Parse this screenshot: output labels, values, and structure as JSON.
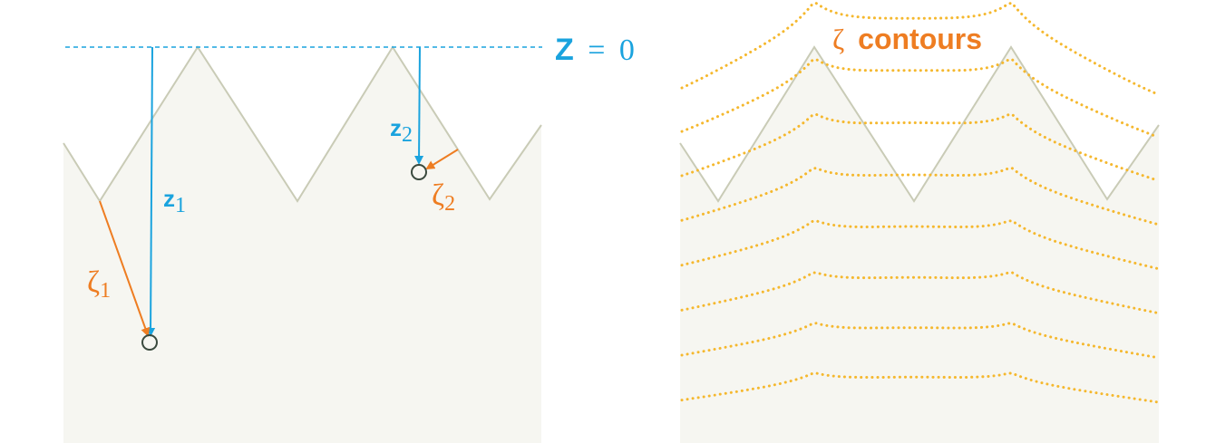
{
  "colors": {
    "terrain_fill": "#f6f6f1",
    "terrain_edge": "#c9cbb6",
    "z_color": "#1aa3de",
    "zeta_color": "#ee7d22",
    "contour_color": "#f5b82e",
    "point_color": "#3a4a3e"
  },
  "left_panel": {
    "datum_label": {
      "symbol": "Z",
      "equals": "=",
      "value": "0"
    },
    "z1": {
      "symbol": "z",
      "sub": "1"
    },
    "z2": {
      "symbol": "z",
      "sub": "2"
    },
    "zeta1": {
      "symbol": "ζ",
      "sub": "1"
    },
    "zeta2": {
      "symbol": "ζ",
      "sub": "2"
    }
  },
  "right_panel": {
    "title_symbol": "ζ",
    "title_text": "contours",
    "contour_count": 8
  }
}
